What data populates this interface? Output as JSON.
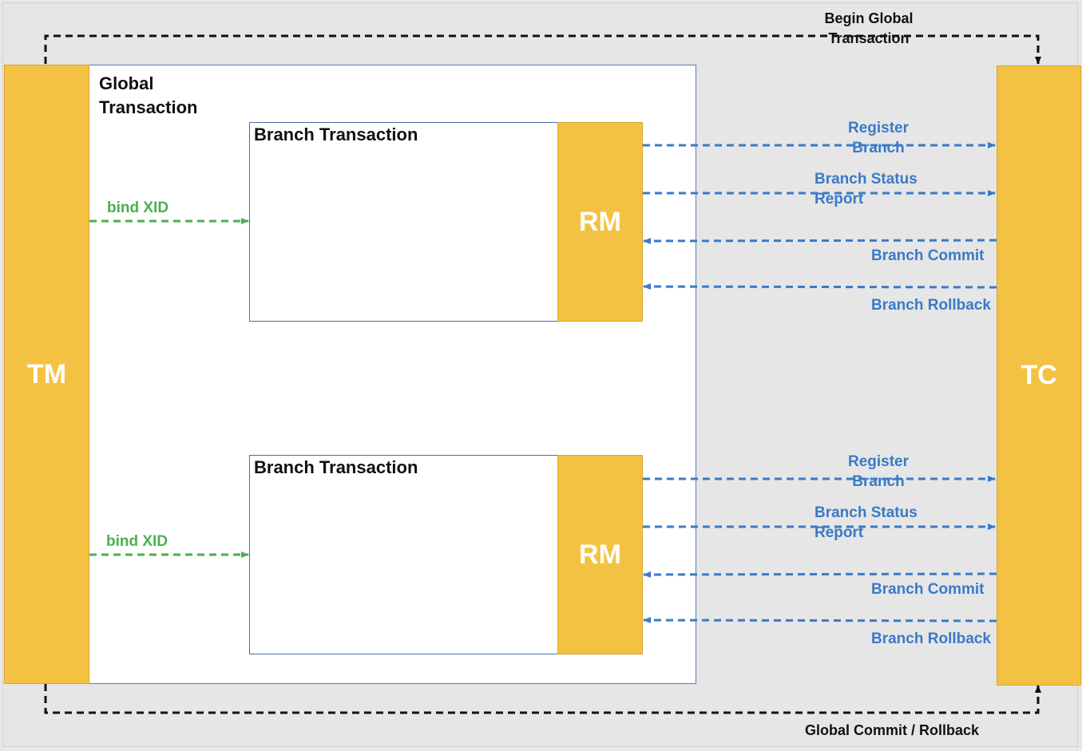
{
  "diagram": {
    "tm_label": "TM",
    "tc_label": "TC",
    "global_label": "Global Transaction",
    "begin_label": "Begin Global Transaction",
    "end_label": "Global Commit / Rollback",
    "colors": {
      "gold": "#f4c242",
      "blue": "#3a7ac8",
      "green": "#4caf50",
      "black": "#111111"
    },
    "branches": [
      {
        "title": "Branch Transaction",
        "rm_label": "RM",
        "bind_label": "bind XID",
        "register_label": "Register Branch",
        "status_label": "Branch Status Report",
        "commit_label": "Branch Commit",
        "rollback_label": "Branch Rollback"
      },
      {
        "title": "Branch Transaction",
        "rm_label": "RM",
        "bind_label": "bind XID",
        "register_label": "Register Branch",
        "status_label": "Branch Status Report",
        "commit_label": "Branch Commit",
        "rollback_label": "Branch Rollback"
      }
    ]
  }
}
